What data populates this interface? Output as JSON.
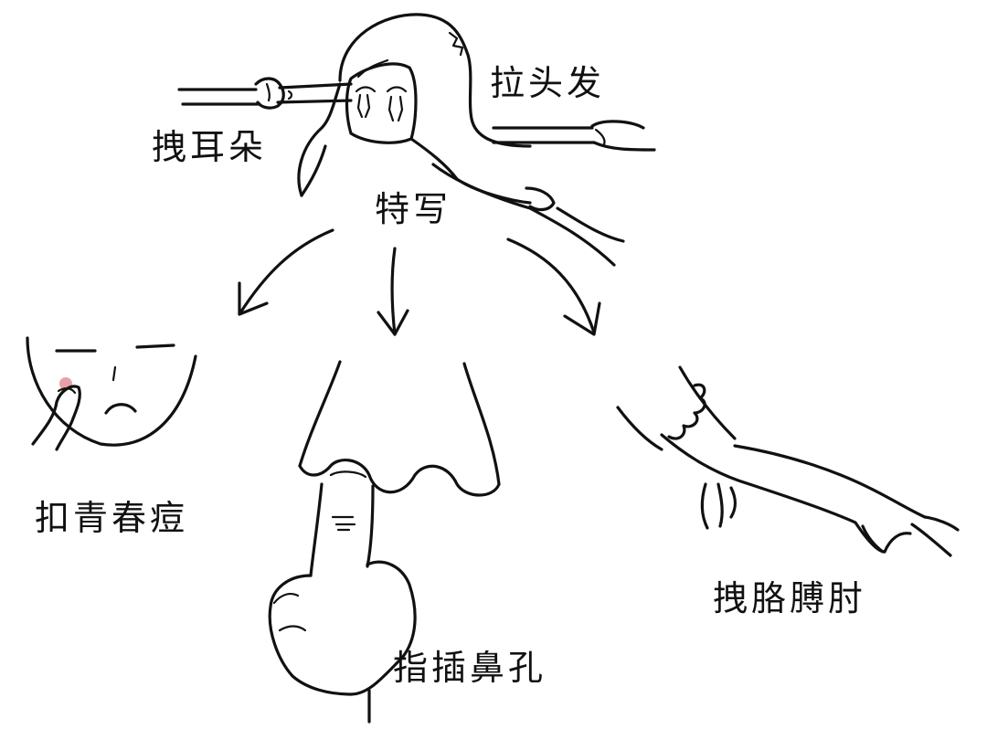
{
  "labels": {
    "pull_hair": "拉头发",
    "pinch_ear": "拽耳朵",
    "closeup": "特写",
    "pop_pimple": "扣青春痘",
    "pick_nose": "指插鼻孔",
    "pinch_arm": "拽胳膊肘"
  },
  "colors": {
    "ink": "#111111",
    "background": "#ffffff",
    "pimple": "#e8a0a8"
  }
}
